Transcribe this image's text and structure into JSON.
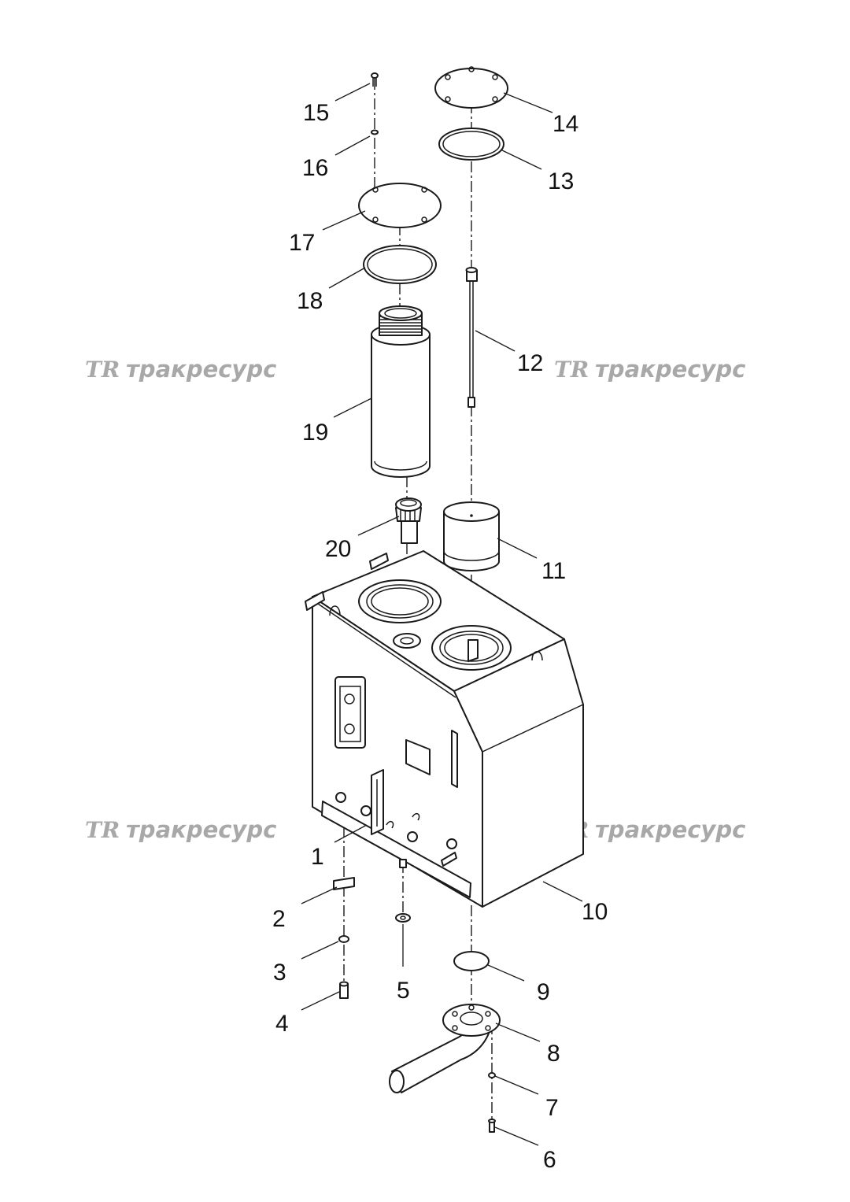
{
  "diagram": {
    "callouts": [
      "1",
      "2",
      "3",
      "4",
      "5",
      "6",
      "7",
      "8",
      "9",
      "10",
      "11",
      "12",
      "13",
      "14",
      "15",
      "16",
      "17",
      "18",
      "19",
      "20"
    ]
  },
  "watermark": {
    "logo": "TR",
    "text": "тракресурс",
    "color": "#a8a8a8"
  },
  "colors": {
    "line": "#1a1a1a",
    "background": "#ffffff"
  }
}
